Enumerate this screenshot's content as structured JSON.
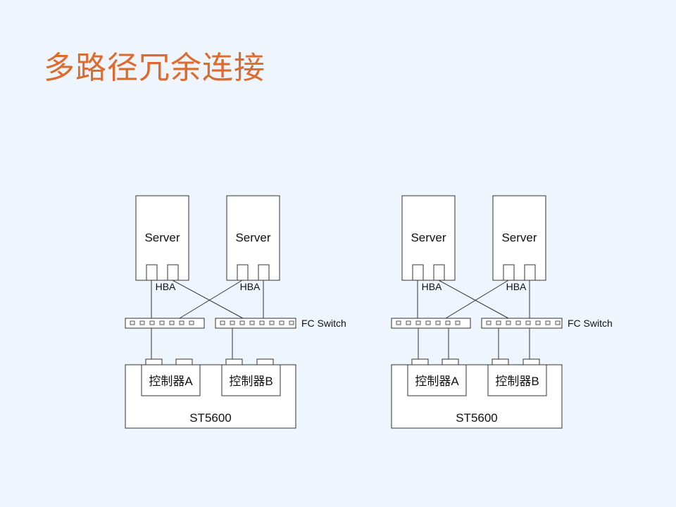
{
  "slide": {
    "title": "多路径冗余连接"
  },
  "diagrams": [
    {
      "server_label": "Server",
      "hba_label": "HBA",
      "switch_label": "FC Switch",
      "controller_a_label": "控制器A",
      "controller_b_label": "控制器B",
      "storage_label": "ST5600"
    },
    {
      "server_label": "Server",
      "hba_label": "HBA",
      "switch_label": "FC Switch",
      "controller_a_label": "控制器A",
      "controller_b_label": "控制器B",
      "storage_label": "ST5600"
    }
  ]
}
